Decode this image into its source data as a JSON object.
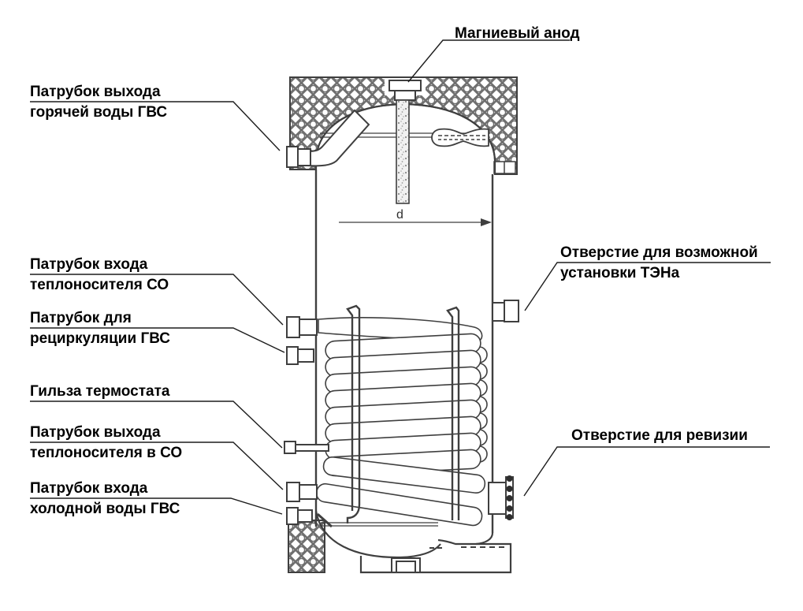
{
  "diagram_type": "technical-drawing",
  "subject": "hot-water-storage-tank-cross-section",
  "colors": {
    "background": "#ffffff",
    "line": "#3f3f3f",
    "text": "#000000",
    "pattern": "#6e6e6e"
  },
  "dimension_label": "d",
  "labels": {
    "magnesium_anode": {
      "line1": "Магниевый анод",
      "line2": ""
    },
    "hot_water_outlet": {
      "line1": "Патрубок выхода",
      "line2": "горячей воды ГВС"
    },
    "heating_medium_inlet": {
      "line1": "Патрубок входа",
      "line2": "теплоносителя СО"
    },
    "dhw_recirculation": {
      "line1": "Патрубок для",
      "line2": "рециркуляции ГВС"
    },
    "thermostat_sleeve": {
      "line1": "Гильза термостата",
      "line2": ""
    },
    "heating_medium_outlet": {
      "line1": "Патрубок выхода",
      "line2": "теплоносителя в СО"
    },
    "cold_water_inlet": {
      "line1": "Патрубок входа",
      "line2": "холодной воды ГВС"
    },
    "heater_opening": {
      "line1": "Отверстие для возможной",
      "line2": "установки ТЭНа"
    },
    "revision_opening": {
      "line1": "Отверстие для ревизии",
      "line2": ""
    }
  }
}
